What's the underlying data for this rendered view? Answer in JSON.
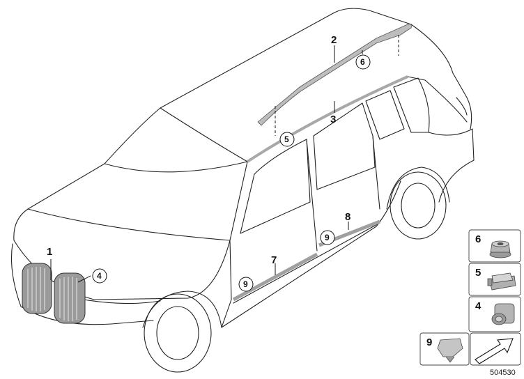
{
  "callouts": {
    "grille": "1",
    "roof_rail": "2",
    "roof_trim": "3",
    "grille_clip": "4",
    "roof_clip": "5",
    "rail_nut": "6",
    "front_sill_trim": "7",
    "rear_sill_trim": "8",
    "front_sill_clip": "9",
    "rear_sill_clip": "9"
  },
  "parts_panel": {
    "cells": [
      {
        "number": "6",
        "icon": "flange-nut-icon"
      },
      {
        "number": "5",
        "icon": "bracket-clip-icon"
      },
      {
        "number": "4",
        "icon": "round-clip-icon"
      },
      {
        "number": "9",
        "icon": "push-clip-icon"
      },
      {
        "number": "",
        "icon": "direction-arrow-icon"
      }
    ]
  },
  "diagram_number": "504530"
}
